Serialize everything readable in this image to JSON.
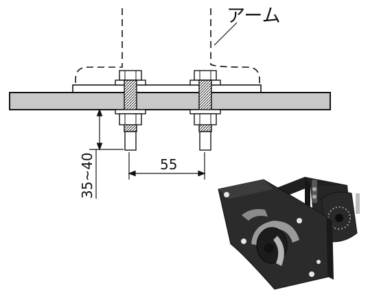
{
  "labels": {
    "arm": "アーム",
    "spacing": "55",
    "protrusion": "35~40"
  },
  "colors": {
    "line": "#111111",
    "plate_fill": "#c8c8c8",
    "bracket_body": "#2b2b2b"
  }
}
